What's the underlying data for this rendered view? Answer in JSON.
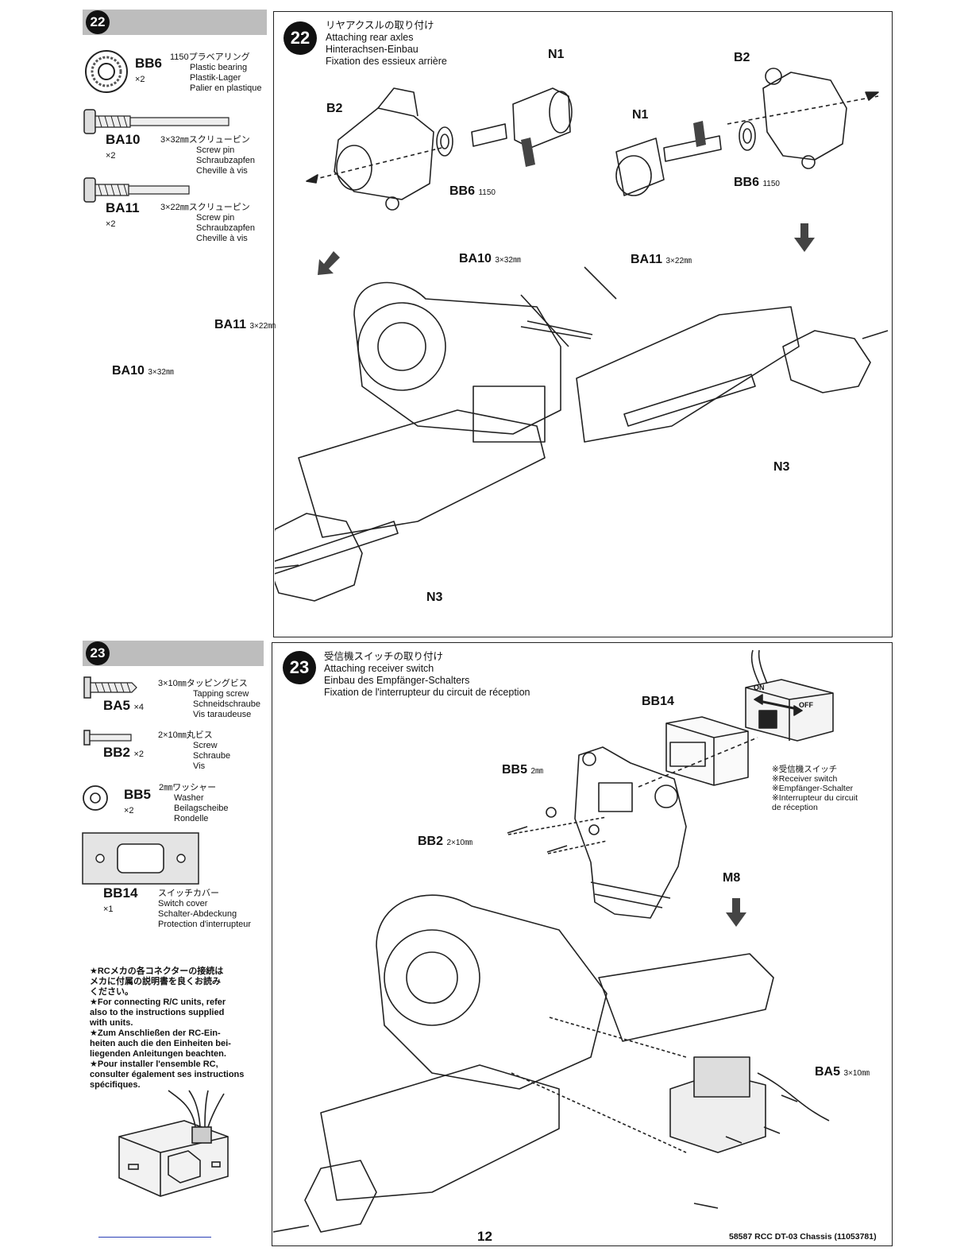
{
  "step22": {
    "number": "22",
    "title_jp": "リヤアクスルの取り付け",
    "title_en": "Attaching rear axles",
    "title_de": "Hinterachsen-Einbau",
    "title_fr": "Fixation des essieux arrière",
    "parts": [
      {
        "code": "BB6",
        "qty": "×2",
        "size": "1150プラベアリング",
        "en": "Plastic bearing",
        "de": "Plastik-Lager",
        "fr": "Palier en plastique"
      },
      {
        "code": "BA10",
        "qty": "×2",
        "size": "3×32㎜スクリューピン",
        "en": "Screw pin",
        "de": "Schraubzapfen",
        "fr": "Cheville à vis"
      },
      {
        "code": "BA11",
        "qty": "×2",
        "size": "3×22㎜スクリューピン",
        "en": "Screw pin",
        "de": "Schraubzapfen",
        "fr": "Cheville à vis"
      }
    ],
    "labels": {
      "n1_left": "N1",
      "b2_left": "B2",
      "bb6_left": "BB6",
      "bb6_left_size": "1150",
      "n1_right": "N1",
      "b2_right": "B2",
      "bb6_right": "BB6",
      "bb6_right_size": "1150",
      "ba10_top": "BA10",
      "ba10_top_size": "3×32㎜",
      "ba11_top": "BA11",
      "ba11_top_size": "3×22㎜",
      "ba11_left": "BA11",
      "ba11_left_size": "3×22㎜",
      "ba10_left": "BA10",
      "ba10_left_size": "3×32㎜",
      "n3_right": "N3",
      "n3_bottom": "N3"
    }
  },
  "step23": {
    "number": "23",
    "title_jp": "受信機スイッチの取り付け",
    "title_en": "Attaching receiver switch",
    "title_de": "Einbau des Empfänger-Schalters",
    "title_fr": "Fixation de l'interrupteur du circuit de réception",
    "parts": [
      {
        "code": "BA5",
        "qty": "×4",
        "size": "3×10㎜タッピングビス",
        "en": "Tapping screw",
        "de": "Schneidschraube",
        "fr": "Vis taraudeuse"
      },
      {
        "code": "BB2",
        "qty": "×2",
        "size": "2×10㎜丸ビス",
        "en": "Screw",
        "de": "Schraube",
        "fr": "Vis"
      },
      {
        "code": "BB5",
        "qty": "×2",
        "size": "2㎜ワッシャー",
        "en": "Washer",
        "de": "Beilagscheibe",
        "fr": "Rondelle"
      },
      {
        "code": "BB14",
        "qty": "×1",
        "size": "スイッチカバー",
        "en": "Switch cover",
        "de": "Schalter-Abdeckung",
        "fr": "Protection d'interrupteur"
      }
    ],
    "labels": {
      "bb14": "BB14",
      "bb5": "BB5",
      "bb5_size": "2㎜",
      "bb2": "BB2",
      "bb2_size": "2×10㎜",
      "m8": "M8",
      "ba5": "BA5",
      "ba5_size": "3×10㎜",
      "switch_on": "ON",
      "switch_off": "OFF"
    },
    "switch_note": [
      "※受信機スイッチ",
      "※Receiver switch",
      "※Empfänger-Schalter",
      "※Interrupteur du circuit",
      "de réception"
    ],
    "rc_note": [
      "★RCメカの各コネクターの接続は",
      "メカに付属の説明書を良くお読み",
      "ください。",
      "★For connecting R/C units, refer",
      "also to the instructions supplied",
      "with units.",
      "★Zum Anschließen der RC-Ein-",
      "heiten auch die den Einheiten bei-",
      "liegenden Anleitungen beachten.",
      "★Pour installer l'ensemble RC,",
      "consulter également ses instructions",
      "spécifiques."
    ]
  },
  "footer": {
    "page_number": "12",
    "reference": "58587 RCC DT-03 Chassis (11053781)"
  }
}
